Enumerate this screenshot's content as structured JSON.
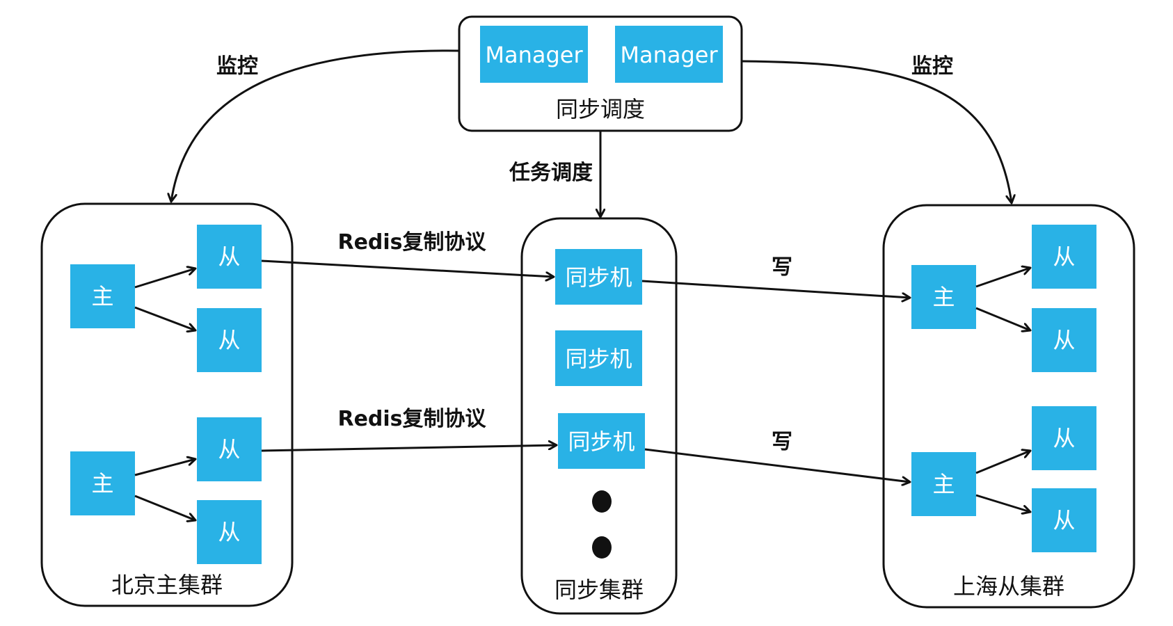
{
  "colors": {
    "node_fill": "#29b2e6",
    "stroke": "#111111",
    "text_on_node": "#ffffff",
    "background": "#ffffff"
  },
  "scheduler": {
    "managers": [
      "Manager",
      "Manager"
    ],
    "label": "同步调度"
  },
  "edges_labels": {
    "monitor_left": "监控",
    "monitor_right": "监控",
    "task_schedule": "任务调度",
    "redis_top": "Redis复制协议",
    "redis_bottom": "Redis复制协议",
    "write_top": "写",
    "write_bottom": "写"
  },
  "beijing": {
    "label": "北京主集群",
    "master": "主",
    "slave": "从"
  },
  "sync": {
    "label": "同步集群",
    "machine": "同步机"
  },
  "shanghai": {
    "label": "上海从集群",
    "master": "主",
    "slave": "从"
  }
}
